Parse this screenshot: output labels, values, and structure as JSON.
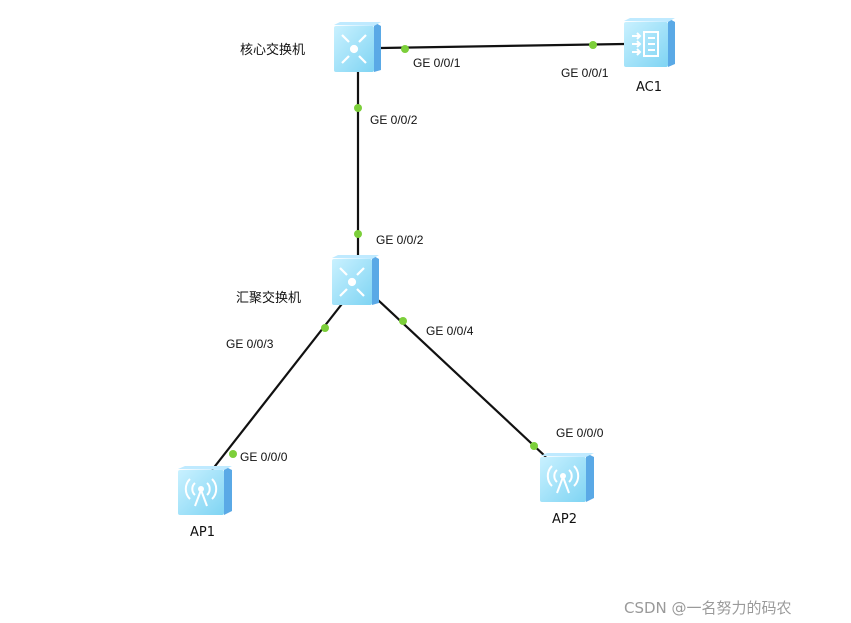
{
  "devices": {
    "core": {
      "name": "核心交换机",
      "icon": "switch-icon"
    },
    "ac": {
      "name": "AC1",
      "icon": "access-controller-icon"
    },
    "agg": {
      "name": "汇聚交换机",
      "icon": "switch-icon"
    },
    "ap1": {
      "name": "AP1",
      "icon": "access-point-icon"
    },
    "ap2": {
      "name": "AP2",
      "icon": "access-point-icon"
    }
  },
  "links": [
    {
      "from": "核心交换机",
      "from_port": "GE 0/0/1",
      "to": "AC1",
      "to_port": "GE 0/0/1"
    },
    {
      "from": "核心交换机",
      "from_port": "GE 0/0/2",
      "to": "汇聚交换机",
      "to_port": "GE 0/0/2"
    },
    {
      "from": "汇聚交换机",
      "from_port": "GE 0/0/3",
      "to": "AP1",
      "to_port": "GE 0/0/0"
    },
    {
      "from": "汇聚交换机",
      "from_port": "GE 0/0/4",
      "to": "AP2",
      "to_port": "GE 0/0/0"
    }
  ],
  "colors": {
    "link": "#111111",
    "port_dot": "#7ccf3a",
    "device": "#8fdcf7"
  },
  "watermark": "CSDN @一名努力的码农"
}
